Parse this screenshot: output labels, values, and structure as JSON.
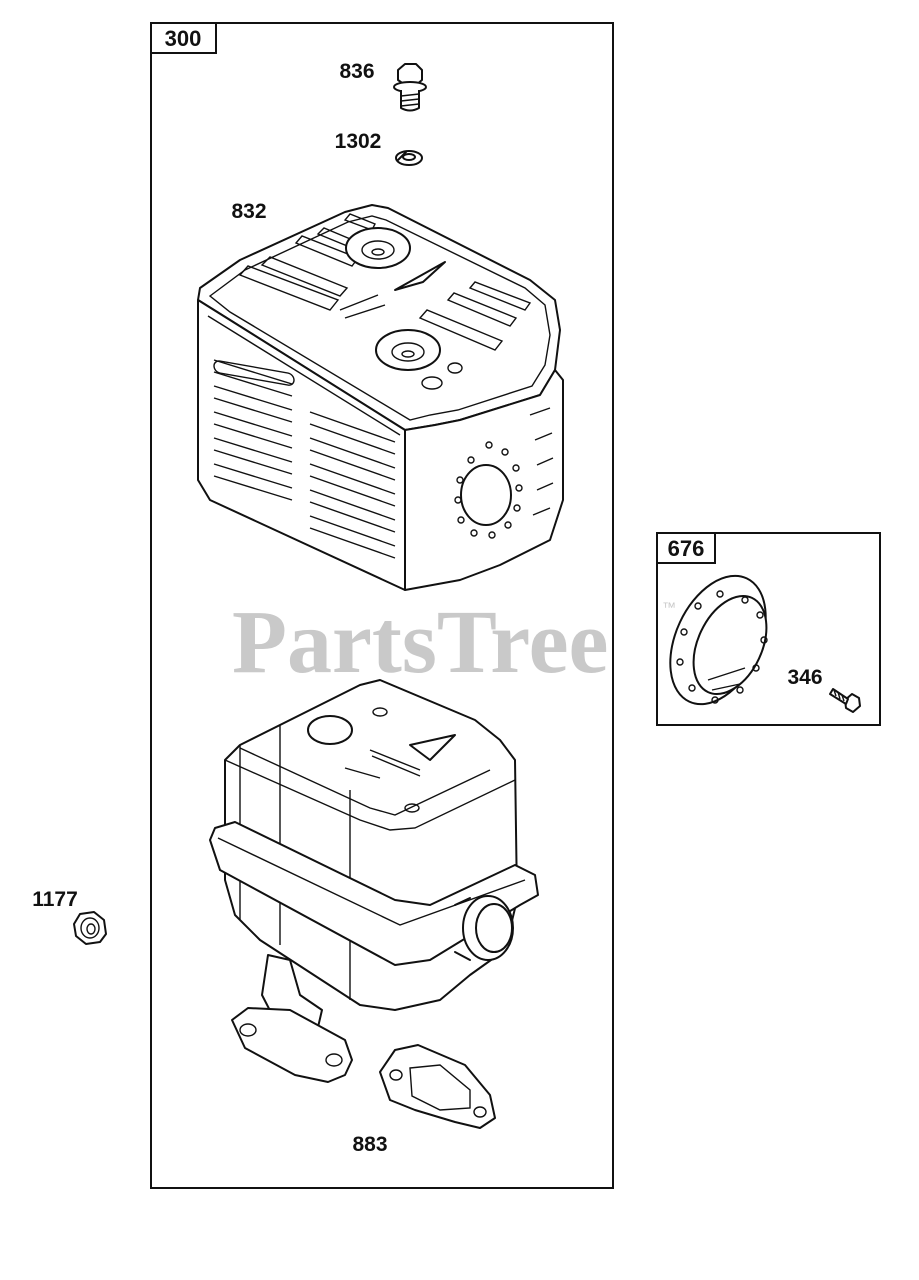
{
  "assembly_box": {
    "number": "300"
  },
  "sub_box": {
    "number": "676"
  },
  "callouts": {
    "bolt_top": "836",
    "lock_washer": "1302",
    "muffler_guard": "832",
    "muffler": "883",
    "nut": "1177",
    "screw": "346"
  },
  "watermark": {
    "text": "PartsTree",
    "tm": "™"
  }
}
